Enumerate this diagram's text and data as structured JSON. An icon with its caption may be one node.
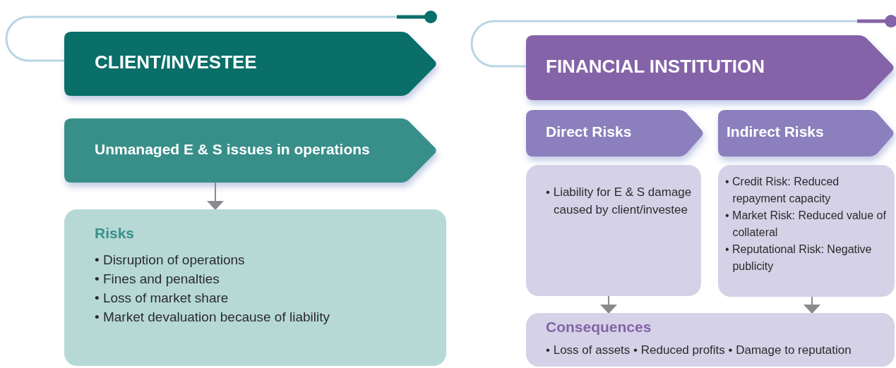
{
  "diagram": {
    "nodes": [
      {
        "text": [
          "CLIENT/INVESTEE"
        ]
      },
      {
        "text": [
          "Unmanaged E & S issues in operations"
        ]
      },
      {
        "text": [
          "Risks",
          "• Disruption of operations",
          "• Fines and penalties",
          "• Loss of market share",
          "• Market devaluation because of liability"
        ]
      },
      {
        "text": [
          "FINANCIAL INSTITUTION"
        ]
      },
      {
        "text": [
          "Direct Risks"
        ]
      },
      {
        "text": [
          "Indirect Risks"
        ]
      },
      {
        "text": [
          "• Liability for E & S damage caused by client/investee"
        ]
      },
      {
        "text": [
          "• Credit Risk: Reduced repayment capacity",
          "• Market Risk: Reduced value of collateral",
          "• Reputational Risk: Negative publicity"
        ]
      },
      {
        "text": [
          "Consequences",
          "• Loss of assets • Reduced profits • Damage to reputation"
        ]
      }
    ],
    "edges": [
      {
        "from": 1,
        "to": 2,
        "arrow": "to"
      },
      {
        "from": 6,
        "to": 8,
        "arrow": "to"
      },
      {
        "from": 7,
        "to": 8,
        "arrow": "to"
      },
      {
        "from": null,
        "to": 0,
        "arrow": "other"
      },
      {
        "from": null,
        "to": 3,
        "arrow": "other"
      }
    ]
  }
}
